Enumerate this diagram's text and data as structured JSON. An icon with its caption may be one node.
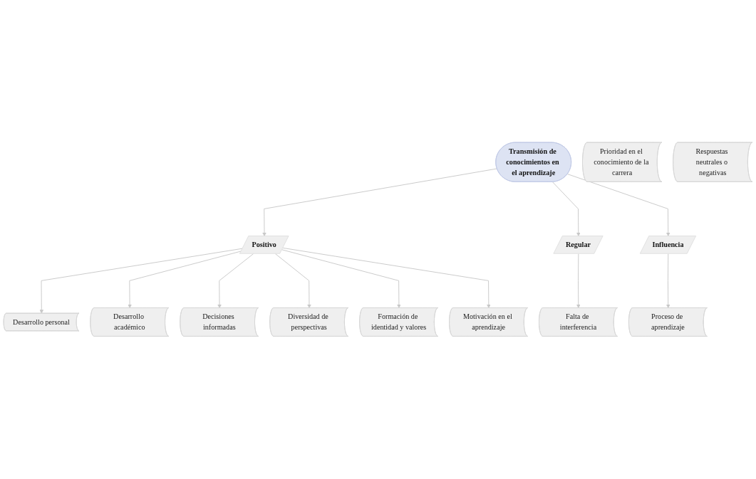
{
  "diagram": {
    "nodes": [
      {
        "text": [
          "Decisiones informadas"
        ]
      },
      {
        "text": [
          "Formación de identidad y valores"
        ]
      },
      {
        "text": [
          "Prioridad en el conocimiento de la carrera"
        ]
      },
      {
        "text": [
          "Diversidad de perspectivas"
        ]
      },
      {
        "text": [
          "Motivación en el aprendizaje"
        ]
      },
      {
        "text": [
          "Respuestas neutrales o negativas"
        ]
      },
      {
        "text": [
          "Desarrollo personal"
        ]
      },
      {
        "text": [
          "Desarrollo académico"
        ]
      },
      {
        "text": [
          "Falta de interferencia"
        ]
      },
      {
        "text": [
          "Positivo"
        ]
      },
      {
        "text": [
          "Regular"
        ]
      },
      {
        "text": [
          "Transmisión de conocimientos en el aprendizaje"
        ]
      },
      {
        "text": [
          "Influencia"
        ]
      },
      {
        "text": [
          "Proceso de aprendizaje"
        ]
      }
    ],
    "edges": [
      {
        "from": 11,
        "to": 9,
        "arrow": "to"
      },
      {
        "from": 11,
        "to": 10,
        "arrow": "to"
      },
      {
        "from": 11,
        "to": 12,
        "arrow": "to"
      },
      {
        "from": 12,
        "to": 13,
        "arrow": "to"
      },
      {
        "from": 9,
        "to": 6,
        "arrow": "to"
      },
      {
        "from": 9,
        "to": 7,
        "arrow": "to"
      },
      {
        "from": 9,
        "to": 0,
        "arrow": "to"
      },
      {
        "from": 9,
        "to": 3,
        "arrow": "to"
      },
      {
        "from": 9,
        "to": 1,
        "arrow": "to"
      },
      {
        "from": 9,
        "to": 4,
        "arrow": "to"
      },
      {
        "from": 10,
        "to": 8,
        "arrow": "to"
      }
    ]
  }
}
